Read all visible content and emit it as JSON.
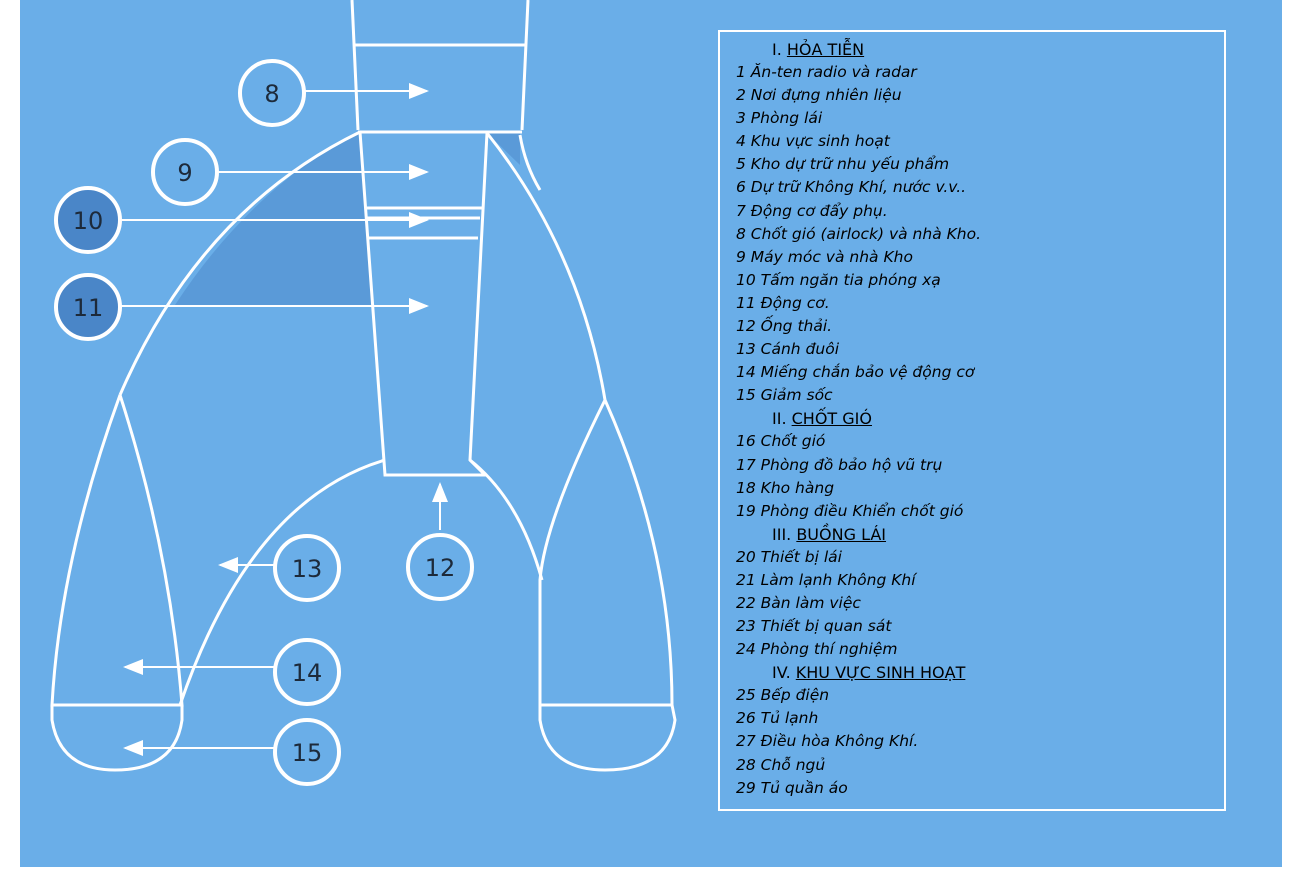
{
  "colors": {
    "background": "#6aaee8",
    "line": "#ffffff",
    "shade": "#5a9ad8",
    "dark_circle": "#4a86c8"
  },
  "callouts": [
    {
      "label": "8",
      "dark": false
    },
    {
      "label": "9",
      "dark": false
    },
    {
      "label": "10",
      "dark": true
    },
    {
      "label": "11",
      "dark": true
    },
    {
      "label": "12",
      "dark": false
    },
    {
      "label": "13",
      "dark": false
    },
    {
      "label": "14",
      "dark": false
    },
    {
      "label": "15",
      "dark": false
    }
  ],
  "legend": {
    "sections": [
      {
        "num": "I.",
        "title": "HỎA TIỄN",
        "items": [
          "1 Ăn-ten radio và radar",
          "2 Nơi đựng nhiên liệu",
          "3 Phòng lái",
          "4 Khu vực sinh hoạt",
          "5 Kho dự trữ nhu yếu phẩm",
          "6 Dự trữ Không Khí, nước v.v..",
          "7 Động cơ đẩy phụ.",
          "8 Chốt gió (airlock) và nhà Kho.",
          "9 Máy móc và nhà Kho",
          "10 Tấm ngăn tia phóng xạ",
          "11 Động cơ.",
          "12 Ống thải.",
          "13 Cánh đuôi",
          "14 Miếng chắn bảo vệ động cơ",
          "15 Giảm sốc"
        ]
      },
      {
        "num": "II.",
        "title": "CHỐT GIÓ",
        "items": [
          "16 Chốt gió",
          "17 Phòng đồ bảo hộ vũ trụ",
          "18 Kho hàng",
          "19 Phòng điều Khiển chốt gió"
        ]
      },
      {
        "num": "III.",
        "title": "BUỒNG LÁI",
        "items": [
          "20 Thiết bị lái",
          "21 Làm lạnh Không Khí",
          "22 Bàn làm việc",
          "23 Thiết bị quan sát",
          "24 Phòng thí nghiệm"
        ]
      },
      {
        "num": "IV.",
        "title": "KHU VỰC SINH HOẠT",
        "items": [
          "25 Bếp điện",
          "26 Tủ lạnh",
          "27 Điều hòa Không Khí.",
          "28 Chỗ ngủ",
          "29 Tủ quần áo"
        ]
      }
    ]
  }
}
